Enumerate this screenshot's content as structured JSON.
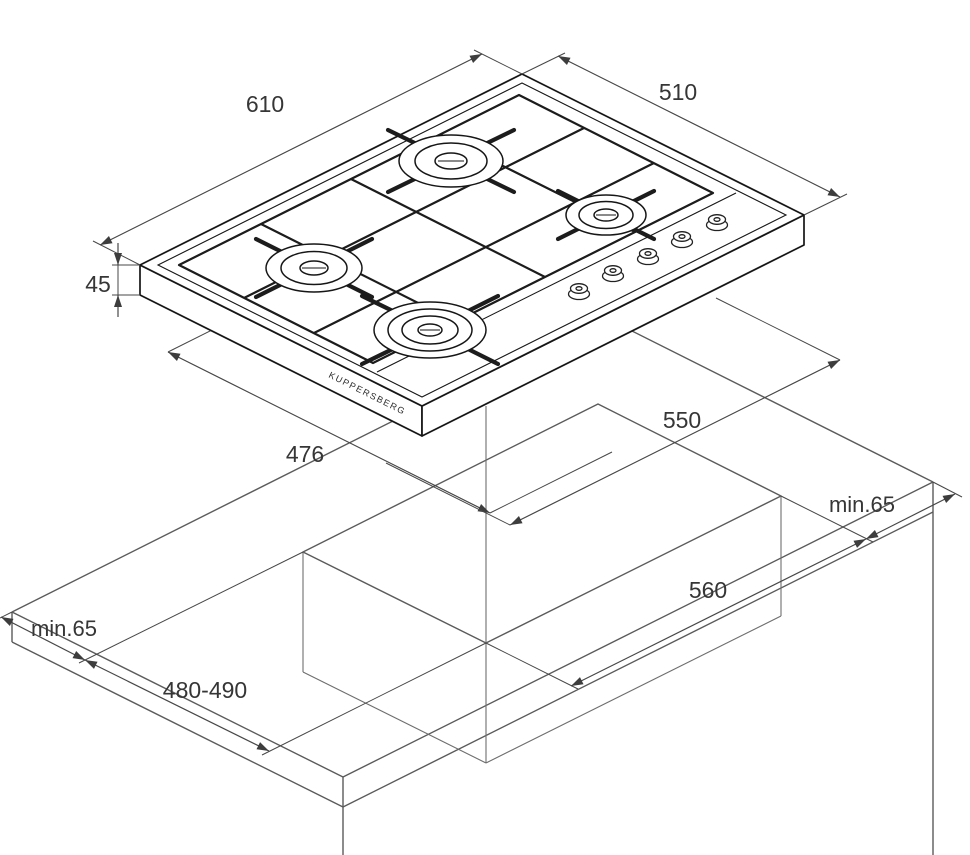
{
  "drawing": {
    "brand": "KUPPERSBERG",
    "colors": {
      "hob_line": "#161616",
      "cabinet_line": "#5b5b5b",
      "dimension_line": "#474747",
      "label_text": "#363636",
      "background": "#ffffff"
    },
    "dimensions": {
      "hob_width": {
        "label": "610"
      },
      "hob_depth": {
        "label": "510"
      },
      "hob_height": {
        "label": "45"
      },
      "body_depth": {
        "label": "476"
      },
      "body_width": {
        "label": "550"
      },
      "clearance_right": {
        "label": "min.65"
      },
      "clearance_left": {
        "label": "min.65"
      },
      "cutout_depth": {
        "label": "480-490"
      },
      "cutout_width": {
        "label": "560"
      }
    }
  }
}
